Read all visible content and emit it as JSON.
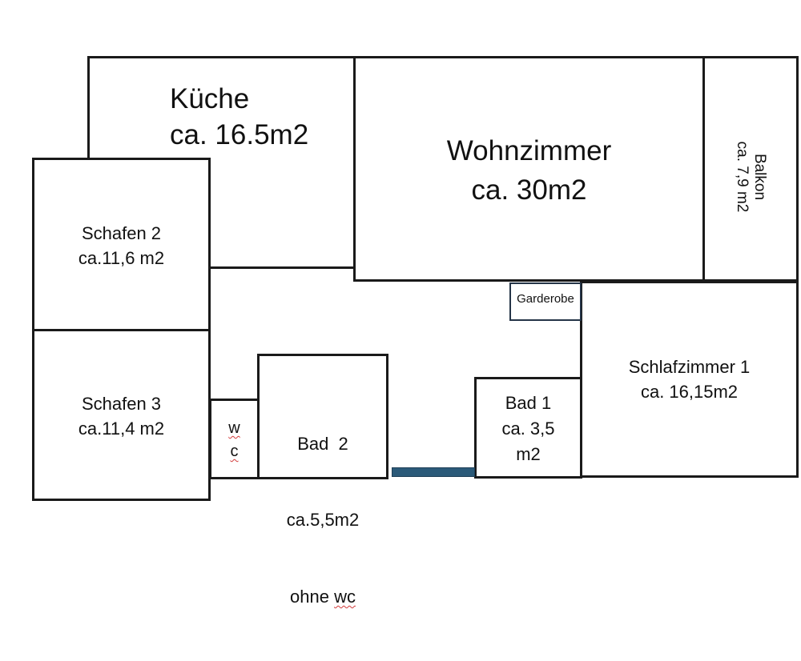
{
  "floorplan": {
    "rooms": [
      {
        "id": "kueche",
        "name": "Küche",
        "area": "ca. 16.5m2"
      },
      {
        "id": "wohnzimmer",
        "name": "Wohnzimmer",
        "area": "ca. 30m2"
      },
      {
        "id": "balkon",
        "name": "Balkon",
        "area": "ca. 7,9 m2"
      },
      {
        "id": "schlafen2",
        "name": "Schafen 2",
        "area": "ca.11,6 m2"
      },
      {
        "id": "schlafen3",
        "name": "Schafen 3",
        "area": "ca.11,4 m2"
      },
      {
        "id": "garderobe",
        "name": "Garderobe"
      },
      {
        "id": "schlafzimmer1",
        "name": "Schlafzimmer 1",
        "area": "ca. 16,15m2"
      },
      {
        "id": "wc",
        "line1": "w",
        "line2": "c"
      },
      {
        "id": "bad2",
        "name": "Bad  2",
        "area": "ca.5,5m2",
        "prefix": "ohne ",
        "note": "wc"
      },
      {
        "id": "bad1",
        "name": "Bad 1",
        "area_line1": "ca. 3,5",
        "area_line2": "m2"
      }
    ]
  },
  "colors": {
    "wall": "#1a1a1a",
    "door_marker": "#2b5a79",
    "spellcheck_underline": "#d23a3a"
  }
}
